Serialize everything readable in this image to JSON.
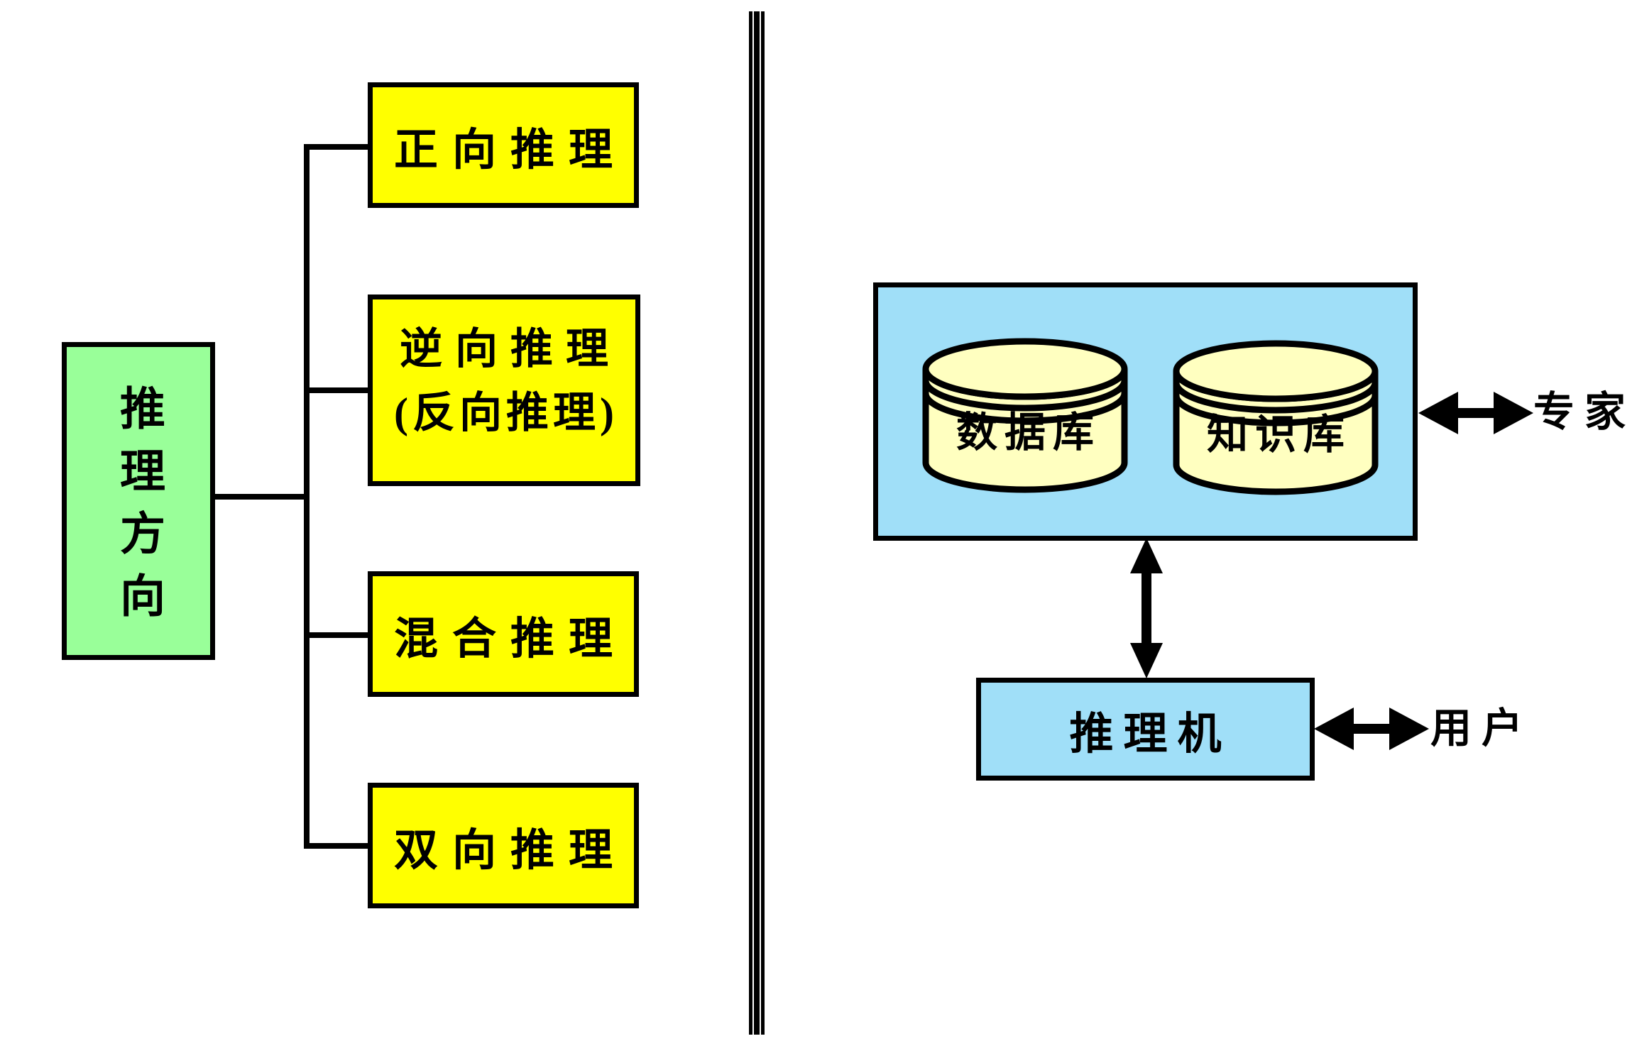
{
  "tree": {
    "root": {
      "label": "推理方向"
    },
    "branches": [
      {
        "label": "正向推理"
      },
      {
        "label_line1": "逆向推理",
        "label_line2": "(反向推理)"
      },
      {
        "label": "混合推理"
      },
      {
        "label": "双向推理"
      }
    ]
  },
  "system": {
    "panel_components": [
      {
        "label": "数据库",
        "shape": "cylinder-icon"
      },
      {
        "label": "知识库",
        "shape": "cylinder-icon"
      }
    ],
    "engine": {
      "label": "推理机"
    },
    "externals": [
      {
        "label": "专家"
      },
      {
        "label": "用户"
      }
    ]
  },
  "colors": {
    "root_fill": "#99FF99",
    "branch_fill": "#FFFF00",
    "panel_fill": "#A0DFF8",
    "cylinder_fill": "#FFFFC0",
    "line_color": "#000000",
    "background": "#FFFFFF"
  }
}
